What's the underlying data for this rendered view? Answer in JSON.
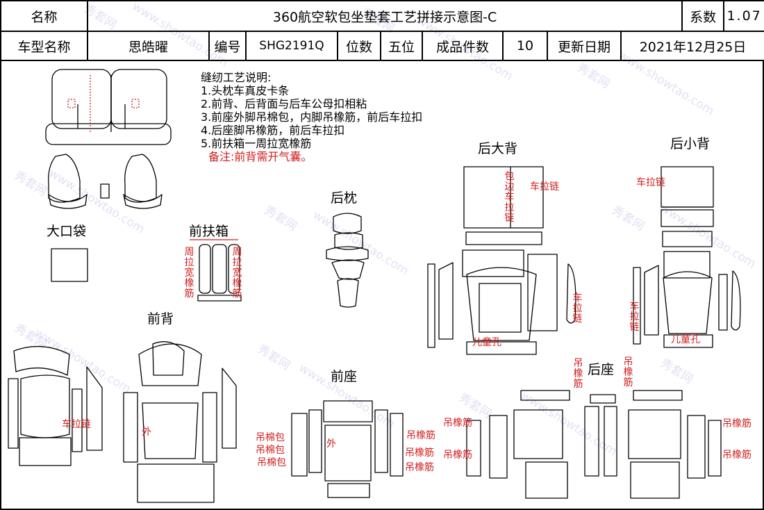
{
  "header": {
    "name_label": "名称",
    "title": "360航空软包坐垫套工艺拼接示意图-C",
    "coef_label": "系数",
    "coef_value": "1.07",
    "model_label": "车型名称",
    "model_value": "思皓曜",
    "code_label": "编号",
    "code_value": "SHG2191Q",
    "seats_label": "位数",
    "seats_value": "五位",
    "pieces_label": "成品件数",
    "pieces_value": "10",
    "date_label": "更新日期",
    "date_value": "2021年12月25日"
  },
  "notes": {
    "heading": "缝纫工艺说明:",
    "items": [
      "1.头枕车真皮卡条",
      "2.前背、后背面与后车公母扣相粘",
      "3.前座外脚吊棉包，内脚吊橡筋，前后车拉扣",
      "4.后座脚吊橡筋，前后车拉扣",
      "5.前扶箱一周拉宽橡筋"
    ],
    "remark": "备注:前背需开气囊。"
  },
  "sections": {
    "big_pocket": "大口袋",
    "front_armrest": "前扶箱",
    "rear_headrest": "后枕",
    "rear_big_back": "后大背",
    "rear_small_back": "后小背",
    "front_back": "前背",
    "front_seat": "前座",
    "rear_seat": "后座"
  },
  "annotations": {
    "zhou_la_kuan_xiang_jin": "周拉宽橡筋",
    "bao_bian_che_la_lian": "包边车拉链",
    "che_la_lian": "车拉链",
    "er_tong_kong": "儿童孔",
    "diao_xiang_jin": "吊橡筋",
    "diao_mian_bao": "吊棉包",
    "wai": "外"
  },
  "watermark": {
    "text_a": "秀套网",
    "text_b": "www.showtao.com"
  },
  "colors": {
    "annotation_red": "#d41c1c",
    "line": "#000000",
    "watermark": "#c9c9ee"
  }
}
